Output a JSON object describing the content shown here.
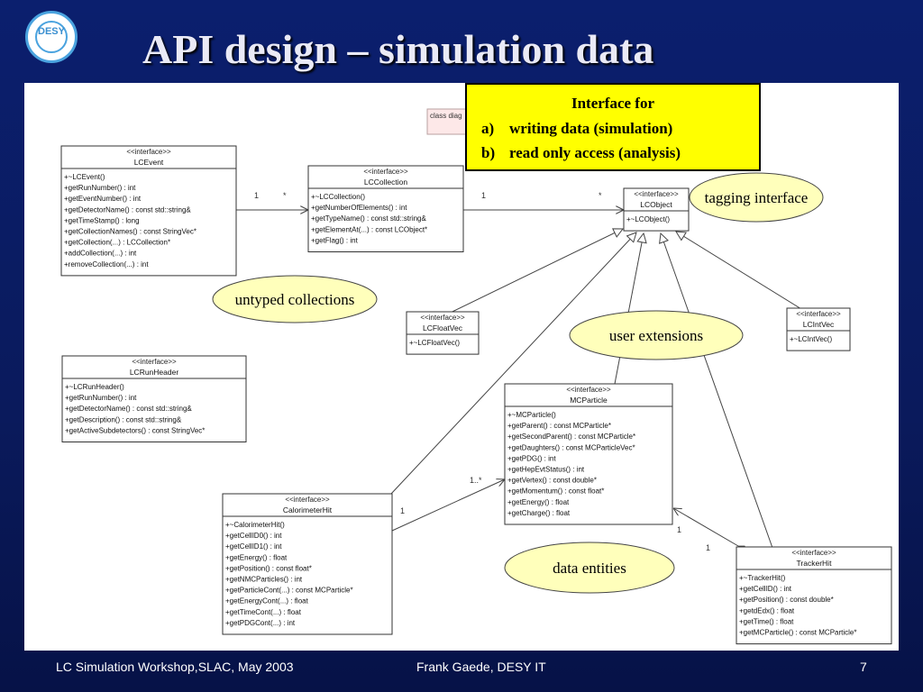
{
  "slide": {
    "title": "API design – simulation data",
    "logo_text": "DESY",
    "footer_left": "LC Simulation Workshop,SLAC, May  2003",
    "footer_center": "Frank Gaede, DESY IT",
    "footer_right": "7"
  },
  "diagram": {
    "class_diag_label": "class diag",
    "classes": {
      "lcevent": {
        "stereotype": "<<interface>>",
        "name": "LCEvent",
        "methods": [
          "+~LCEvent()",
          "+getRunNumber() : int",
          "+getEventNumber() : int",
          "+getDetectorName() : const std::string&",
          "+getTimeStamp() : long",
          "+getCollectionNames() : const StringVec*",
          "+getCollection(...) : LCCollection*",
          "+addCollection(...) : int",
          "+removeCollection(...) : int"
        ]
      },
      "lccollection": {
        "stereotype": "<<interface>>",
        "name": "LCCollection",
        "methods": [
          "+~LCCollection()",
          "+getNumberOfElements() : int",
          "+getTypeName() : const std::string&",
          "+getElementAt(...) : const LCObject*",
          "+getFlag() : int"
        ]
      },
      "lcobject": {
        "stereotype": "<<interface>>",
        "name": "LCObject",
        "methods": [
          "+~LCObject()"
        ]
      },
      "lcfloatvec": {
        "stereotype": "<<interface>>",
        "name": "LCFloatVec",
        "methods": [
          "+~LCFloatVec()"
        ]
      },
      "lcintvec": {
        "stereotype": "<<interface>>",
        "name": "LCIntVec",
        "methods": [
          "+~LCIntVec()"
        ]
      },
      "lcrunheader": {
        "stereotype": "<<interface>>",
        "name": "LCRunHeader",
        "methods": [
          "+~LCRunHeader()",
          "+getRunNumber() : int",
          "+getDetectorName() : const std::string&",
          "+getDescription() : const std::string&",
          "+getActiveSubdetectors() : const StringVec*"
        ]
      },
      "mcparticle": {
        "stereotype": "<<interface>>",
        "name": "MCParticle",
        "methods": [
          "+~MCParticle()",
          "+getParent() : const MCParticle*",
          "+getSecondParent() : const MCParticle*",
          "+getDaughters() : const MCParticleVec*",
          "+getPDG() : int",
          "+getHepEvtStatus() : int",
          "+getVertex() : const double*",
          "+getMomentum() : const float*",
          "+getEnergy() : float",
          "+getCharge() : float"
        ]
      },
      "calorimeterhit": {
        "stereotype": "<<interface>>",
        "name": "CalorimeterHit",
        "methods": [
          "+~CalorimeterHit()",
          "+getCellID0() : int",
          "+getCellID1() : int",
          "+getEnergy() : float",
          "+getPosition() : const float*",
          "+getNMCParticles() : int",
          "+getParticleCont(...) : const MCParticle*",
          "+getEnergyCont(...) : float",
          "+getTimeCont(...) : float",
          "+getPDGCont(...) : int"
        ]
      },
      "trackerhit": {
        "stereotype": "<<interface>>",
        "name": "TrackerHit",
        "methods": [
          "+~TrackerHit()",
          "+getCellID() : int",
          "+getPosition() : const double*",
          "+getdEdx() : float",
          "+getTime() : float",
          "+getMCParticle() : const MCParticle*"
        ]
      }
    },
    "multiplicities": {
      "event_one": "1",
      "event_many": "*",
      "collection_one": "1",
      "collection_many": "*",
      "calo_one": "1",
      "calo_many": "1..*",
      "tracker_one_a": "1",
      "tracker_one_b": "1"
    },
    "interface_note": {
      "heading": "Interface for",
      "items": [
        {
          "marker": "a)",
          "text": "writing data (simulation)"
        },
        {
          "marker": "b)",
          "text": "read only access (analysis)"
        }
      ]
    },
    "callouts": {
      "tagging": "tagging interface",
      "untyped": "untyped collections",
      "user_ext": "user extensions",
      "data_entities": "data entities"
    }
  }
}
